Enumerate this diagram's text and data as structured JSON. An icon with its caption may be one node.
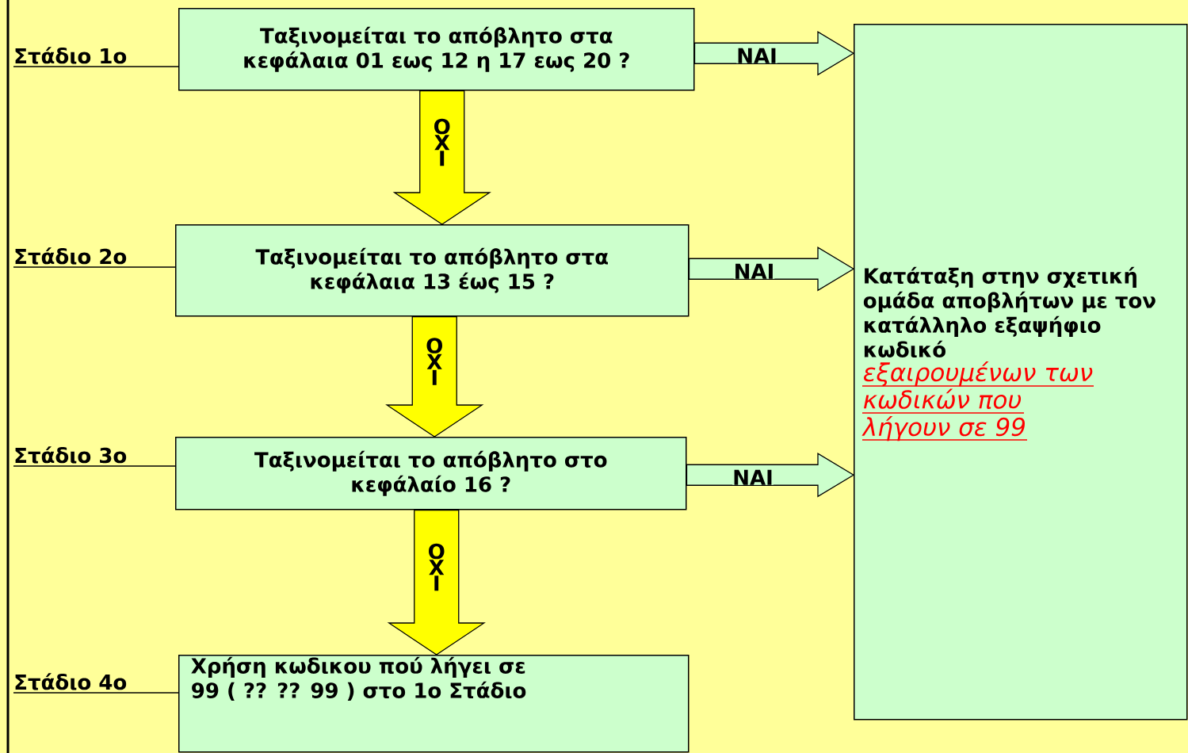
{
  "diagram": {
    "nodes": [
      {
        "text": [
          "Ταξινομείται το απόβλητο στα κεφάλαια 01 εως 12 η 17 εως 20 ?"
        ],
        "beside": [
          "Στάδιο 1ο"
        ]
      },
      {
        "text": [
          "Ταξινομείται το απόβλητο στα κεφάλαια 13 έως 15 ?"
        ],
        "beside": [
          "Στάδιο 2ο"
        ]
      },
      {
        "text": [
          "Ταξινομείται το απόβλητο στο κεφάλαίο 16 ?"
        ],
        "beside": [
          "Στάδιο 3ο"
        ]
      },
      {
        "text": [
          "Χρήση κωδικου πoύ λήγει σε 99 ( ?? ?? 99 ) στο 1ο Στάδιο"
        ],
        "beside": [
          "Στάδιο 4ο"
        ]
      },
      {
        "text": [
          "Κατάταξη στην σχετική ομάδα αποβλήτων με τον κατάλληλο εξαψήφιο κωδικό",
          "εξαιρουμένων των κωδικών που λήγουν σε 99"
        ]
      }
    ],
    "edges": [
      {
        "from": 0,
        "to": 4,
        "arrow": "to",
        "label": "ΝΑΙ",
        "color": "#ccffcc"
      },
      {
        "from": 0,
        "to": 1,
        "arrow": "to",
        "label": "Ο Χ Ι",
        "color": "#ffff00"
      },
      {
        "from": 1,
        "to": 4,
        "arrow": "to",
        "label": "ΝΑΙ",
        "color": "#ccffcc"
      },
      {
        "from": 1,
        "to": 2,
        "arrow": "to",
        "label": "Ο Χ Ι",
        "color": "#ffff00"
      },
      {
        "from": 2,
        "to": 4,
        "arrow": "to",
        "label": "ΝΑΙ",
        "color": "#ccffcc"
      },
      {
        "from": 2,
        "to": 3,
        "arrow": "to",
        "label": "Ο Χ Ι",
        "color": "#ffff00"
      }
    ]
  }
}
